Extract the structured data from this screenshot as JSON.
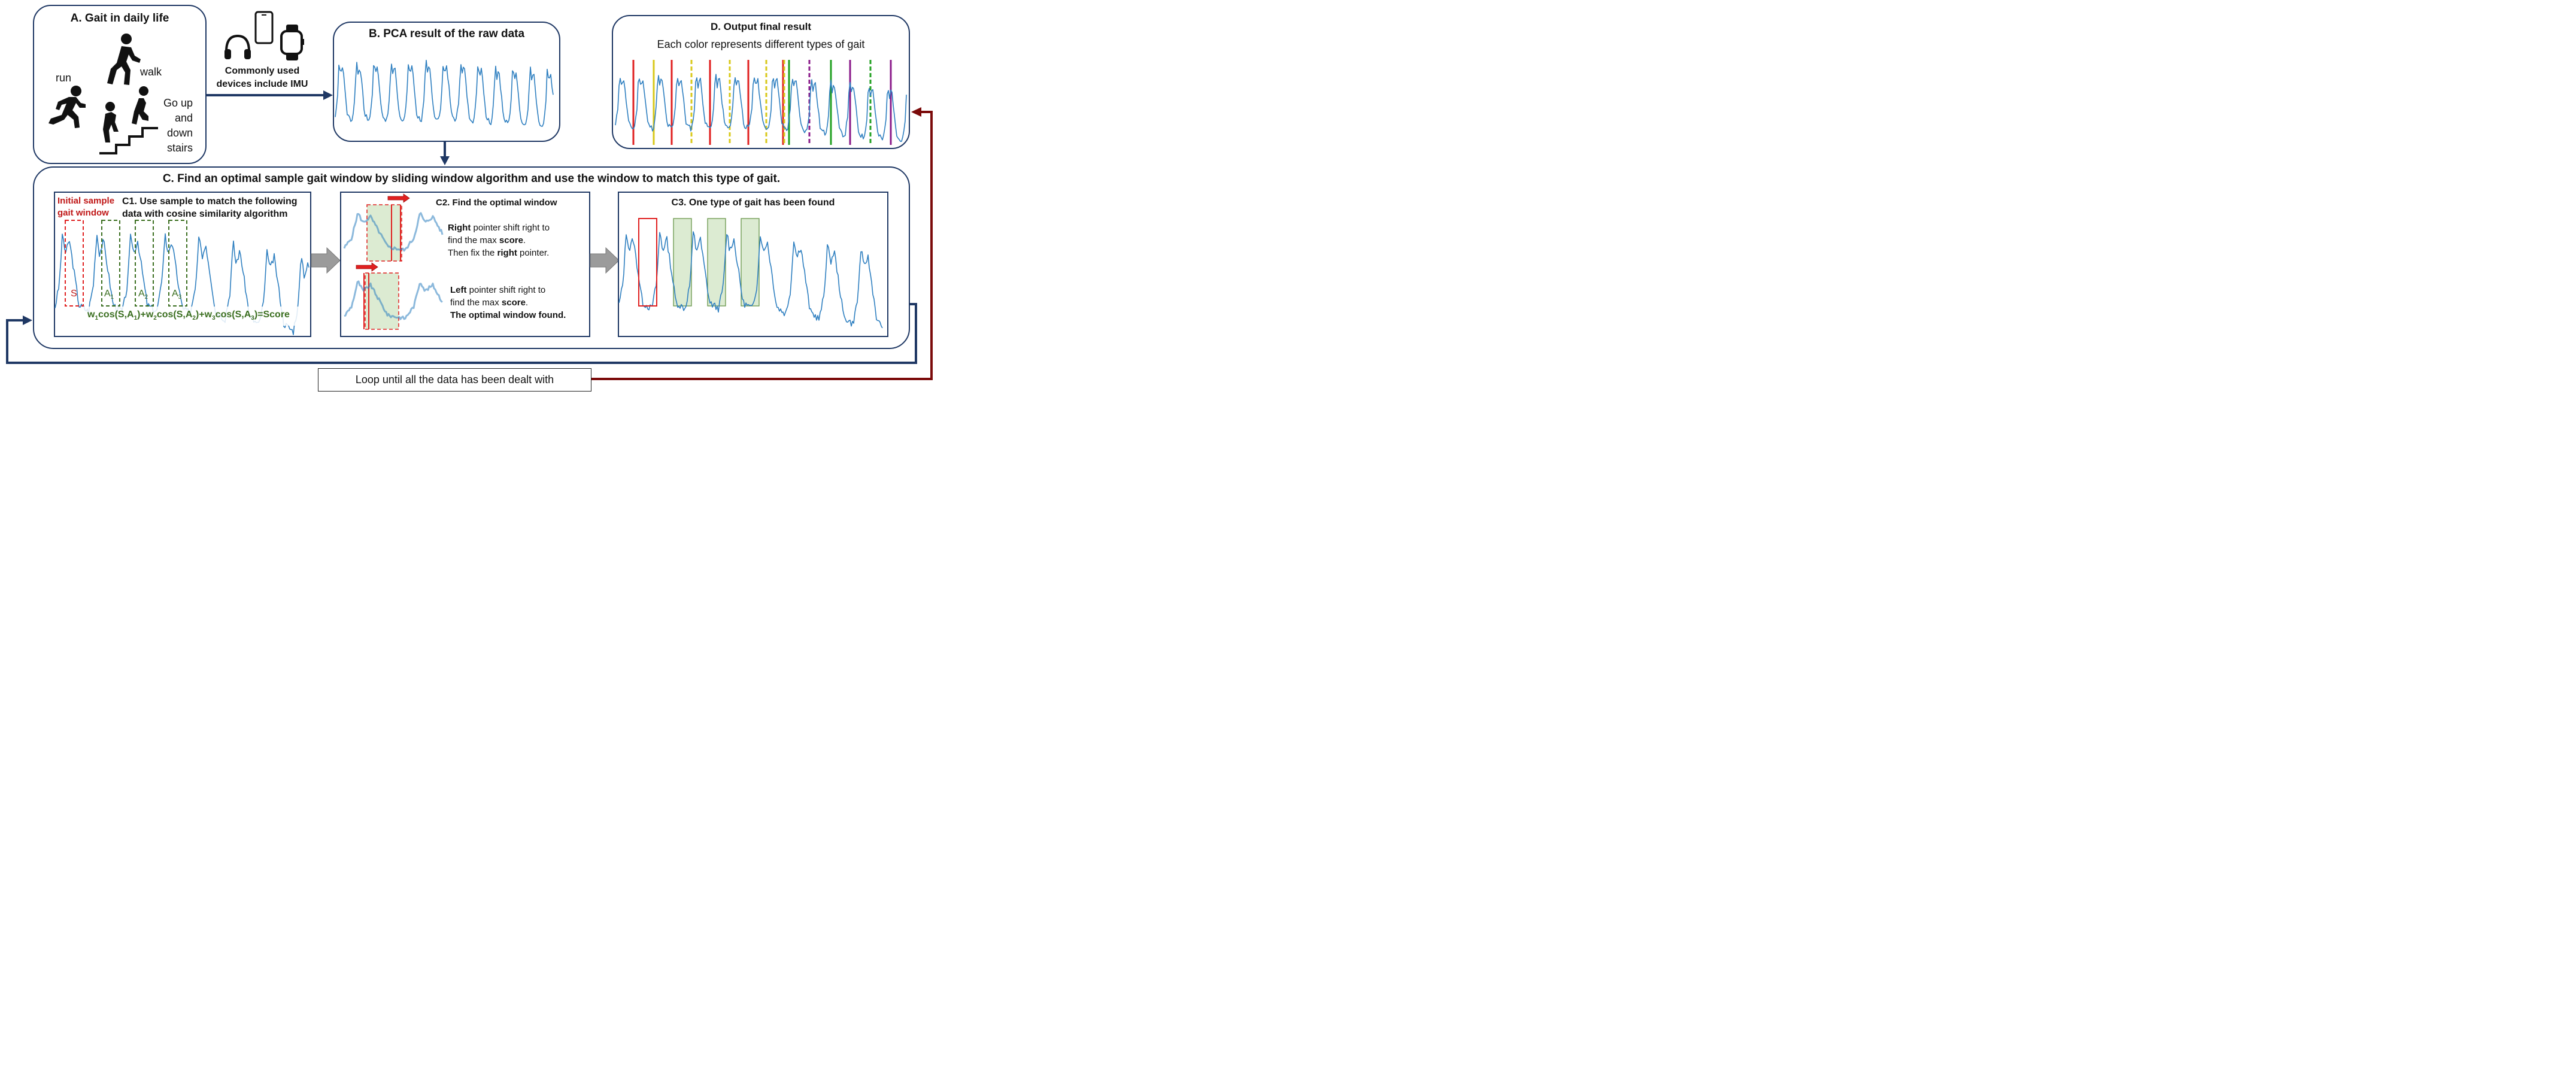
{
  "colors": {
    "navy": "#1f3864",
    "dark_red": "#7b0a0a",
    "signal": "#2e7fc0",
    "red": "#e02020",
    "green_dash": "#3a6e1f",
    "yellow": "#d8c81a",
    "green": "#22a022",
    "purple": "#8a1a8a",
    "window_fill": "#dcebd2",
    "gray_arrow": "#9b9b9b"
  },
  "panel_a": {
    "title": "A. Gait in daily life",
    "labels": {
      "run": "run",
      "walk": "walk",
      "stairs": [
        "Go up",
        "and",
        "down",
        "stairs"
      ]
    },
    "icons": [
      "running-person-icon",
      "walking-person-icon",
      "stair-climbing-person-icon"
    ]
  },
  "devices": {
    "icons": [
      "headphones-icon",
      "smartphone-icon",
      "smartwatch-icon"
    ],
    "caption": [
      "Commonly used",
      "devices include IMU"
    ]
  },
  "panel_b": {
    "title": "B. PCA result of the raw data"
  },
  "panel_d": {
    "title": "D. Output final result",
    "subtitle": "Each color represents different types of gait"
  },
  "panel_c": {
    "title": "C. Find an optimal sample gait window by sliding window algorithm and use the window to match this type of gait.",
    "c1": {
      "initial_label": [
        "Initial sample",
        "gait window"
      ],
      "title": [
        "C1. Use sample to match the following",
        "data with cosine similarity algorithm"
      ],
      "sample_label": "S",
      "window_labels": [
        "A",
        "A",
        "A"
      ],
      "window_subs": [
        "1",
        "2",
        "3"
      ],
      "formula": {
        "parts": [
          "w",
          "1",
          "cos(S,A",
          "1",
          ")+w",
          "2",
          "cos(S,A",
          "2",
          ")+w",
          "3",
          "cos(S,A",
          "3",
          ")=Score"
        ]
      }
    },
    "c2": {
      "title": "C2. Find the optimal window",
      "right_text": {
        "l1_bold": "Right",
        "l1_rest": " pointer shift right to",
        "l2_pre": "find the max ",
        "l2_bold": "score",
        "l2_post": ".",
        "l3_pre": "Then fix the ",
        "l3_bold": "right",
        "l3_post": " pointer."
      },
      "left_text": {
        "l1_bold": "Left",
        "l1_rest": " pointer shift right to",
        "l2_pre": "find the max ",
        "l2_bold": "score",
        "l2_post": ".",
        "l3": "The optimal window found."
      }
    },
    "c3": {
      "title": "C3. One type of gait has been found"
    }
  },
  "loop_box": {
    "text": "Loop until all the data has been dealt with"
  }
}
